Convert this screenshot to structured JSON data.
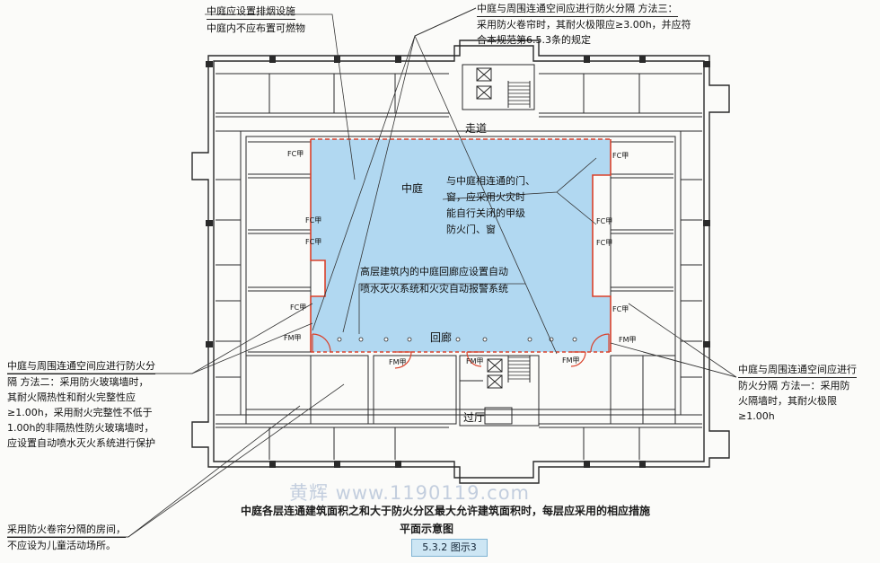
{
  "notes": {
    "smoke_exhaust": "中庭应设置排烟设施",
    "no_combustibles": "中庭内不应布置可燃物",
    "method3": [
      "中庭与周围连通空间应进行防火分隔  方法三：",
      "采用防火卷帘时，其耐火极限应≥3.00h，并应符",
      "合本规范第6.5.3条的规定"
    ],
    "method2": [
      "中庭与周围连通空间应进行防火分",
      "隔  方法二：采用防火玻璃墙时，",
      "其耐火隔热性和耐火完整性应",
      "≥1.00h，采用耐火完整性不低于",
      "1.00h的非隔热性防火玻璃墙时，",
      "应设置自动喷水灭火系统进行保护"
    ],
    "method1": [
      "中庭与周围连通空间应进行",
      "防火分隔  方法一：采用防",
      "火隔墙时，其耐火极限",
      "≥1.00h"
    ],
    "shutter_rooms": [
      "采用防火卷帘分隔的房间，",
      "不应设为儿童活动场所。"
    ],
    "doors_windows": [
      "与中庭相连通的门、",
      "窗，应采用火灾时",
      "能自行关闭的甲级",
      "防火门、窗"
    ],
    "sprinkler": [
      "高层建筑内的中庭回廊应设置自动",
      "喷水灭火系统和火灾自动报警系统"
    ]
  },
  "labels": {
    "corridor": "走道",
    "atrium": "中庭",
    "gallery": "回廊",
    "lobby": "过厅",
    "fc": "FC甲",
    "fm": "FM甲"
  },
  "watermark": "黄辉 www.1190119.com",
  "caption": {
    "line1": "中庭各层连通建筑面积之和大于防火分区最大允许建筑面积时，每层应采用的相应措施",
    "line2": "平面示意图",
    "badge": "5.3.2 图示3"
  },
  "colors": {
    "atrium_fill": "#a9d4ef",
    "fire_line": "#d9412b",
    "wall": "#2a2a2a"
  }
}
